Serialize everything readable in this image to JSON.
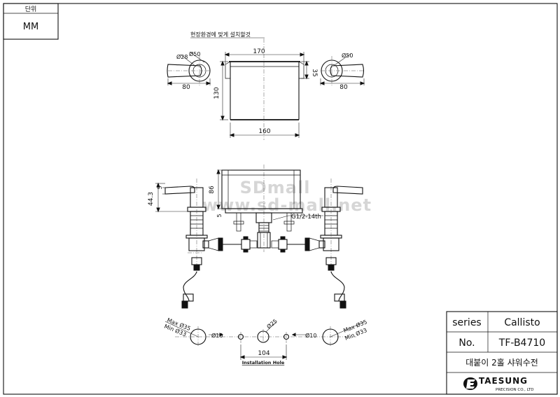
{
  "unit_box": {
    "label": "단위",
    "value": "MM"
  },
  "title_block": {
    "series_label": "series",
    "series_value": "Callisto",
    "no_label": "No.",
    "no_value": "TF-B4710",
    "description": "대붙이 2홀 샤워수전",
    "brand": "TAESUNG",
    "brand_sub": "PRECISION CO., LTD"
  },
  "watermark": {
    "line1": "SDmall",
    "line2": "www.sd-mall.net"
  },
  "top_view": {
    "note": "현장환경에 맞게 설치할것",
    "w170": "170",
    "h35": "35",
    "h130": "130",
    "w160": "160",
    "left_handle": {
      "d_small": "Ø28",
      "d_large": "Ø50",
      "len": "80"
    },
    "right_handle": {
      "d_large": "Ø50",
      "len": "80"
    }
  },
  "front_view": {
    "h86": "86",
    "h5": "5",
    "h5_bottom": "5",
    "h44": "44.3",
    "thread": "G1/2-14th"
  },
  "installation": {
    "left": {
      "max": "Max Ø35",
      "min": "Min Ø33"
    },
    "right": {
      "max": "Max Ø35",
      "min": "Min Ø33"
    },
    "d10_left": "Ø10",
    "d25": "Ø25",
    "d10_right": "Ø10",
    "spacing": "104",
    "caption": "Installation Hole"
  }
}
